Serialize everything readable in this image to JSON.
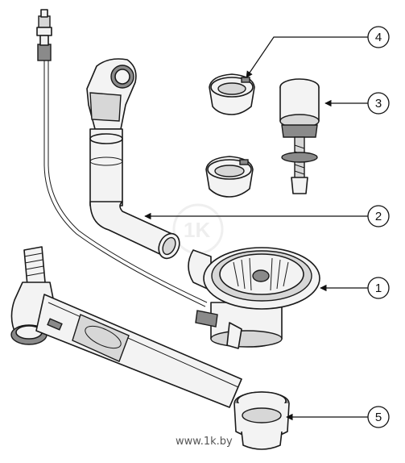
{
  "diagram": {
    "callouts": [
      {
        "id": "c1",
        "label": "1"
      },
      {
        "id": "c2",
        "label": "2"
      },
      {
        "id": "c3",
        "label": "3"
      },
      {
        "id": "c4",
        "label": "4"
      },
      {
        "id": "c5",
        "label": "5"
      }
    ],
    "watermark": {
      "logo_text": "1K",
      "site_text": "www.1k.by"
    }
  }
}
